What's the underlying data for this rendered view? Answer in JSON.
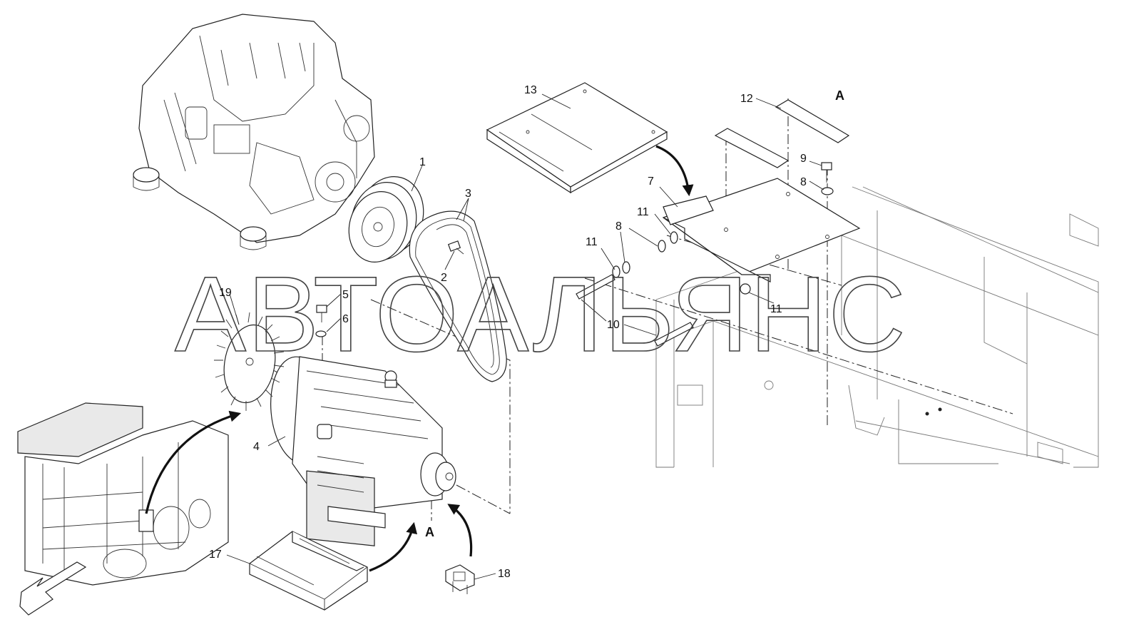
{
  "callouts": {
    "c1": "1",
    "c2": "2",
    "c3": "3",
    "c4": "4",
    "c5": "5",
    "c6": "6",
    "c7": "7",
    "c8a": "8",
    "c8b": "8",
    "c9": "9",
    "c10": "10",
    "c11a": "11",
    "c11b": "11",
    "c11c": "11",
    "c12": "12",
    "c13": "13",
    "c17": "17",
    "c18": "18",
    "c19": "19"
  },
  "section_marks": {
    "top": "A",
    "bottom": "A"
  },
  "watermark": "АВТОАЛЬЯНС"
}
